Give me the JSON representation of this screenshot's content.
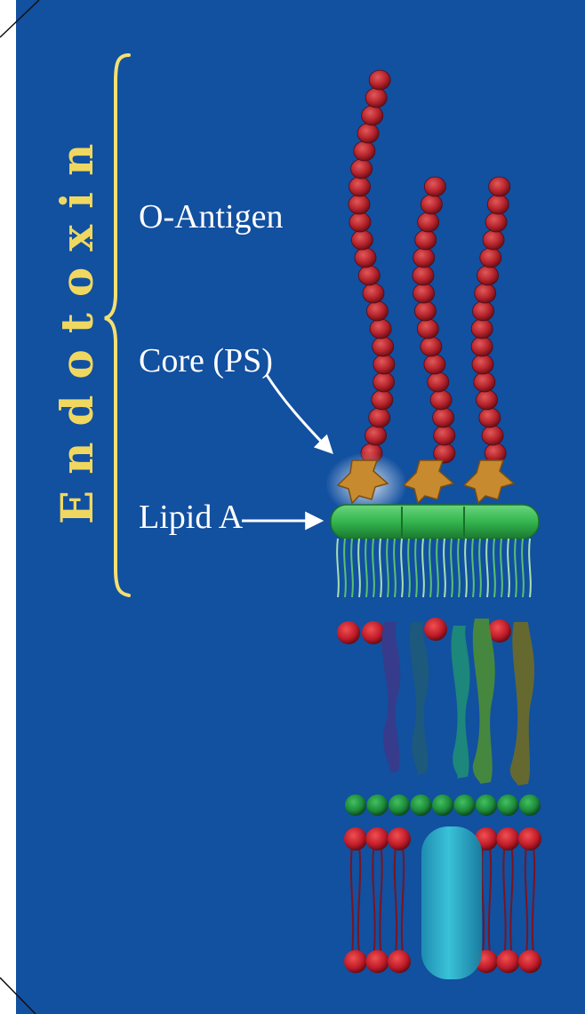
{
  "title": "Endotoxin",
  "labels": {
    "o_antigen": "O-Antigen",
    "core": "Core (PS)",
    "lipid_a": "Lipid A"
  },
  "colors": {
    "background": "#1250a0",
    "title": "#f0d860",
    "brace": "#f4e070",
    "text": "#ffffff",
    "o_antigen_bead": "#b8252d",
    "core_sugar": "#c88a2e",
    "lipid_a": "#34b54e",
    "phospholipid_head": "#c81e2c",
    "inner_leaflet_head": "#1c8a3a",
    "porin": "#2ab4c8"
  }
}
